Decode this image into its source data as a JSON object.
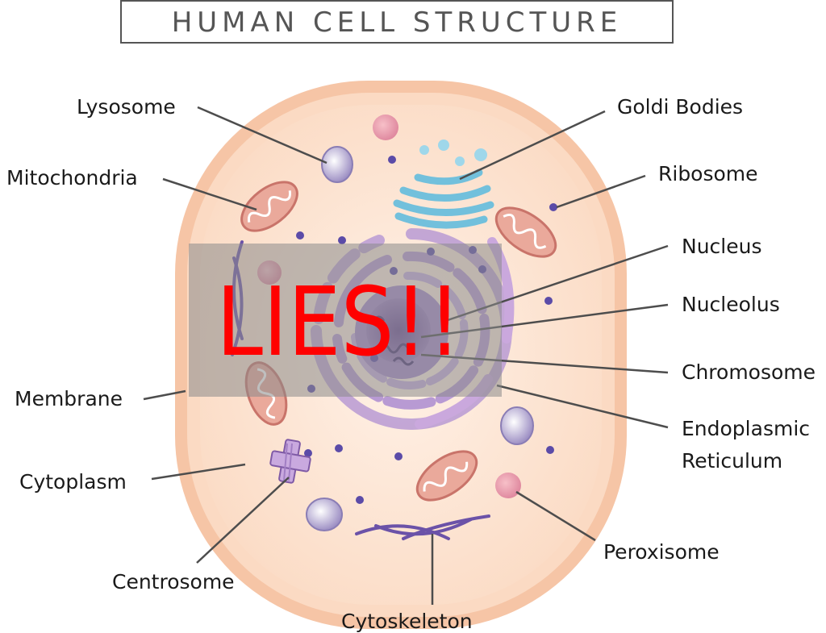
{
  "title": "HUMAN CELL STRUCTURE",
  "stamp": "LIES!!",
  "labels": {
    "lysosome": "Lysosome",
    "mitochondria": "Mitochondria",
    "golgi": "Goldi Bodies",
    "ribosome": "Ribosome",
    "nucleus": "Nucleus",
    "nucleolus": "Nucleolus",
    "chromosome": "Chromosome",
    "er_line1": "Endoplasmic",
    "er_line2": "Reticulum",
    "membrane": "Membrane",
    "cytoplasm": "Cytoplasm",
    "centrosome": "Centrosome",
    "peroxisome": "Peroxisome",
    "cytoskeleton": "Cytoskeleton"
  },
  "colors": {
    "cell_outer": "#f9d2b7",
    "cell_inner": "#fde6d3",
    "stamp": "#ff0000",
    "organelle_purple": "#a98ac4",
    "mitochondria": "#e9a99a",
    "golgi": "#7cc6df"
  }
}
